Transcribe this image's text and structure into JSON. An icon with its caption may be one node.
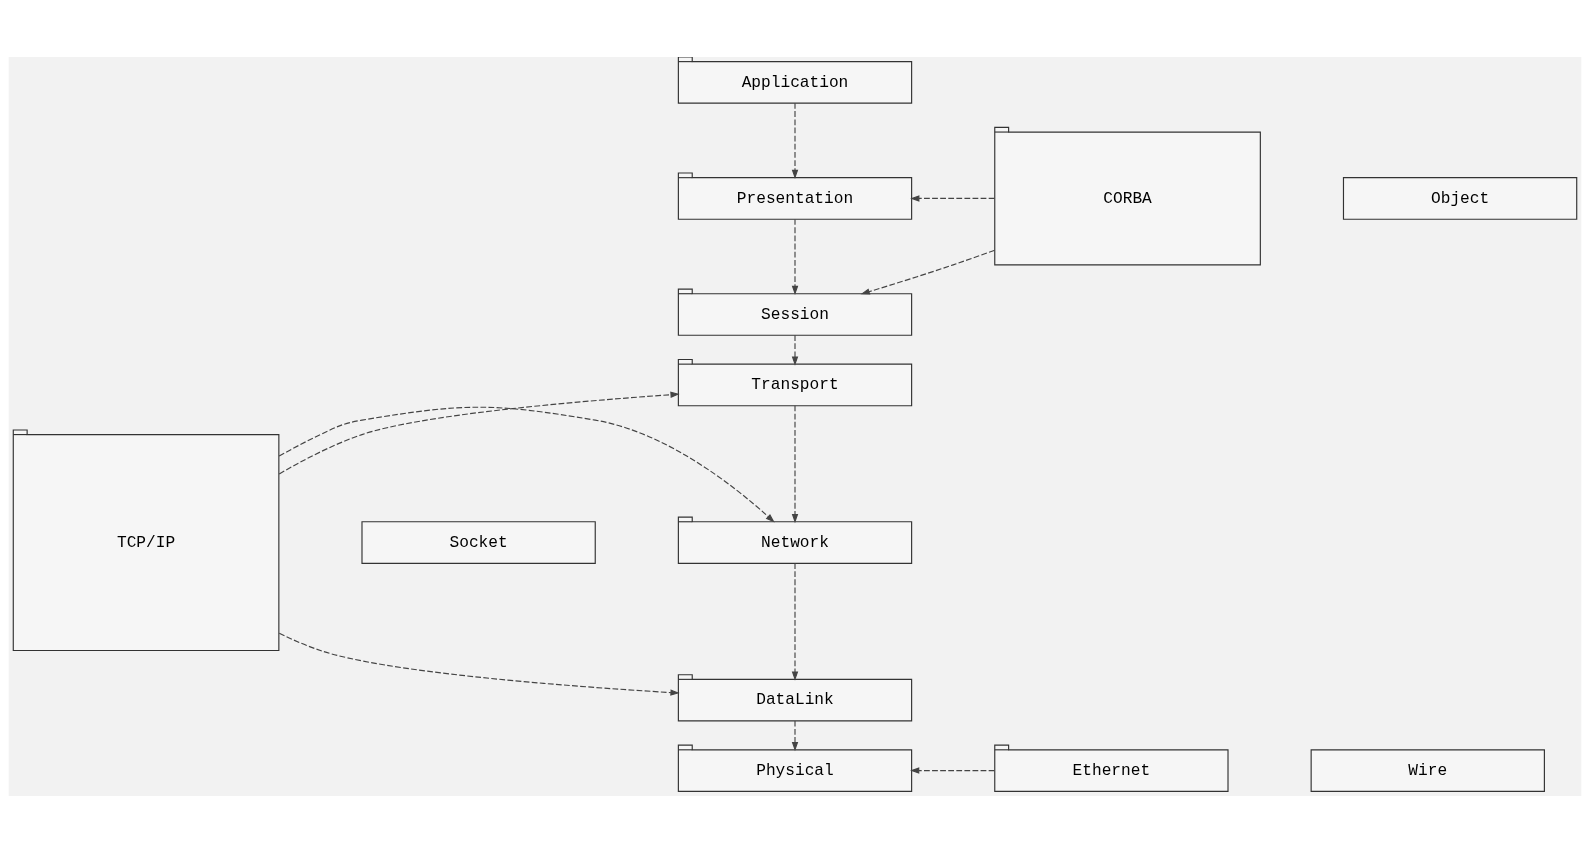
{
  "diagram": {
    "nodes": [
      {
        "text": [
          "Application"
        ]
      },
      {
        "text": [
          "Presentation"
        ]
      },
      {
        "text": [
          "CORBA"
        ]
      },
      {
        "text": [
          "Object"
        ]
      },
      {
        "text": [
          "Session"
        ]
      },
      {
        "text": [
          "Transport"
        ]
      },
      {
        "text": [
          "TCP/IP"
        ]
      },
      {
        "text": [
          "Socket"
        ]
      },
      {
        "text": [
          "Network"
        ]
      },
      {
        "text": [
          "DataLink"
        ]
      },
      {
        "text": [
          "Physical"
        ]
      },
      {
        "text": [
          "Ethernet"
        ]
      },
      {
        "text": [
          "Wire"
        ]
      }
    ],
    "edges": [
      {
        "from": 0,
        "to": 1,
        "arrow": "to",
        "style": "dashed"
      },
      {
        "from": 1,
        "to": 4,
        "arrow": "to",
        "style": "dashed"
      },
      {
        "from": 4,
        "to": 5,
        "arrow": "to",
        "style": "dashed"
      },
      {
        "from": 5,
        "to": 8,
        "arrow": "to",
        "style": "dashed"
      },
      {
        "from": 8,
        "to": 9,
        "arrow": "to",
        "style": "dashed"
      },
      {
        "from": 9,
        "to": 10,
        "arrow": "to",
        "style": "dashed"
      },
      {
        "from": 2,
        "to": 1,
        "arrow": "to",
        "style": "dashed"
      },
      {
        "from": 2,
        "to": 4,
        "arrow": "to",
        "style": "dashed"
      },
      {
        "from": 6,
        "to": 5,
        "arrow": "to",
        "style": "dashed"
      },
      {
        "from": 6,
        "to": 8,
        "arrow": "to",
        "style": "dashed"
      },
      {
        "from": 6,
        "to": 9,
        "arrow": "to",
        "style": "dashed"
      },
      {
        "from": 11,
        "to": 10,
        "arrow": "to",
        "style": "dashed"
      }
    ]
  }
}
